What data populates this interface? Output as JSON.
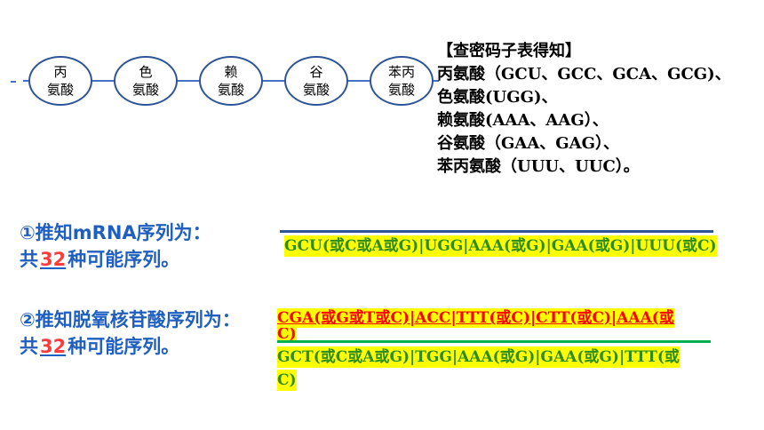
{
  "chain": {
    "nodes": [
      {
        "line1": "丙",
        "line2": "氨酸"
      },
      {
        "line1": "色",
        "line2": "氨酸"
      },
      {
        "line1": "赖",
        "line2": "氨酸"
      },
      {
        "line1": "谷",
        "line2": "氨酸"
      },
      {
        "line1": "苯丙",
        "line2": "氨酸"
      }
    ]
  },
  "codon_table": {
    "heading": "【查密码子表得知】",
    "lines": [
      "丙氨酸（GCU、GCC、GCA、GCG)、",
      "色氨酸(UGG)、",
      "赖氨酸(AAA、AAG）、",
      "谷氨酸（GAA、GAG）、",
      "苯丙氨酸（UUU、UUC）。"
    ]
  },
  "q1": {
    "line1": "①推知mRNA序列为：",
    "prefix": "共",
    "number": "32",
    "suffix": "种可能序列。",
    "answer": "GCU(或C或A或G)|UGG|AAA(或G)|GAA(或G)|UUU(或C)"
  },
  "q2": {
    "line1": "②推知脱氧核苷酸序列为：",
    "prefix": "共",
    "number": "32",
    "suffix": "种可能序列。",
    "strand1_a": "CGA(或G或T或C)|ACC|TTT(或C)|CTT(或C)|AAA(或",
    "strand1_b": "C)",
    "strand2_a": "GCT(或C或A或G)|TGG|AAA(或G)|GAA(或G)|TTT(或",
    "strand2_b": "C)"
  },
  "colors": {
    "accent_blue": "#1f5fbf",
    "number_red": "#ff3b3b",
    "highlight_yellow": "#ffff00",
    "green": "#00b050",
    "red_text": "#ff0000"
  }
}
